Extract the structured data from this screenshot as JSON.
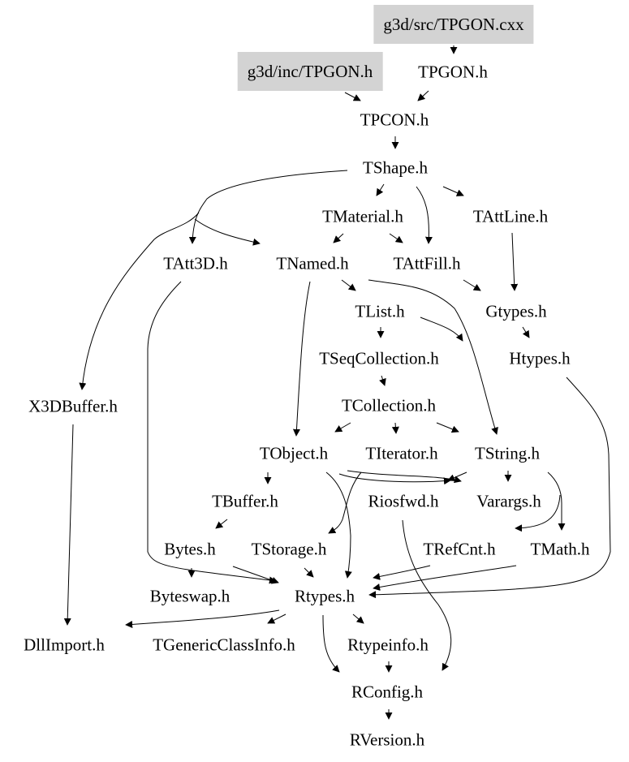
{
  "diagram": {
    "type": "include-dependency-graph",
    "highlight_color": "#d3d3d3",
    "nodes": [
      {
        "id": "tpgon_cxx",
        "label": "g3d/src/TPGON.cxx",
        "root": true
      },
      {
        "id": "tpgon_inc",
        "label": "g3d/inc/TPGON.h",
        "root": true
      },
      {
        "id": "tpgon_h",
        "label": "TPGON.h"
      },
      {
        "id": "tpcon",
        "label": "TPCON.h"
      },
      {
        "id": "tshape",
        "label": "TShape.h"
      },
      {
        "id": "tmaterial",
        "label": "TMaterial.h"
      },
      {
        "id": "tattline",
        "label": "TAttLine.h"
      },
      {
        "id": "tatt3d",
        "label": "TAtt3D.h"
      },
      {
        "id": "tnamed",
        "label": "TNamed.h"
      },
      {
        "id": "tattfill",
        "label": "TAttFill.h"
      },
      {
        "id": "tlist",
        "label": "TList.h"
      },
      {
        "id": "gtypes",
        "label": "Gtypes.h"
      },
      {
        "id": "x3dbuffer",
        "label": "X3DBuffer.h"
      },
      {
        "id": "tseqcollection",
        "label": "TSeqCollection.h"
      },
      {
        "id": "htypes",
        "label": "Htypes.h"
      },
      {
        "id": "tcollection",
        "label": "TCollection.h"
      },
      {
        "id": "tobject",
        "label": "TObject.h"
      },
      {
        "id": "titerator",
        "label": "TIterator.h"
      },
      {
        "id": "tstring",
        "label": "TString.h"
      },
      {
        "id": "tbuffer",
        "label": "TBuffer.h"
      },
      {
        "id": "riosfwd",
        "label": "Riosfwd.h"
      },
      {
        "id": "varargs",
        "label": "Varargs.h"
      },
      {
        "id": "bytes",
        "label": "Bytes.h"
      },
      {
        "id": "tstorage",
        "label": "TStorage.h"
      },
      {
        "id": "trefcnt",
        "label": "TRefCnt.h"
      },
      {
        "id": "tmath",
        "label": "TMath.h"
      },
      {
        "id": "byteswap",
        "label": "Byteswap.h"
      },
      {
        "id": "rtypes",
        "label": "Rtypes.h"
      },
      {
        "id": "dllimport",
        "label": "DllImport.h"
      },
      {
        "id": "tgenericclassinfo",
        "label": "TGenericClassInfo.h"
      },
      {
        "id": "rtypeinfo",
        "label": "Rtypeinfo.h"
      },
      {
        "id": "rconfig",
        "label": "RConfig.h"
      },
      {
        "id": "rversion",
        "label": "RVersion.h"
      }
    ],
    "edges": [
      [
        "tpgon_cxx",
        "tpgon_h"
      ],
      [
        "tpgon_inc",
        "tpcon"
      ],
      [
        "tpgon_h",
        "tpcon"
      ],
      [
        "tpcon",
        "tshape"
      ],
      [
        "tshape",
        "tmaterial"
      ],
      [
        "tshape",
        "tattfill"
      ],
      [
        "tshape",
        "tattline"
      ],
      [
        "tshape",
        "tatt3d"
      ],
      [
        "tshape",
        "tnamed"
      ],
      [
        "tshape",
        "x3dbuffer"
      ],
      [
        "tmaterial",
        "tnamed"
      ],
      [
        "tmaterial",
        "tattfill"
      ],
      [
        "tattline",
        "gtypes"
      ],
      [
        "tattfill",
        "gtypes"
      ],
      [
        "tatt3d",
        "rtypes"
      ],
      [
        "tnamed",
        "tlist"
      ],
      [
        "tnamed",
        "tobject"
      ],
      [
        "tnamed",
        "tstring"
      ],
      [
        "tlist",
        "tseqcollection"
      ],
      [
        "tlist",
        "tstring"
      ],
      [
        "gtypes",
        "htypes"
      ],
      [
        "htypes",
        "rtypes"
      ],
      [
        "x3dbuffer",
        "dllimport"
      ],
      [
        "tseqcollection",
        "tcollection"
      ],
      [
        "tcollection",
        "tobject"
      ],
      [
        "tcollection",
        "titerator"
      ],
      [
        "tcollection",
        "tstring"
      ],
      [
        "tobject",
        "tbuffer"
      ],
      [
        "tobject",
        "riosfwd"
      ],
      [
        "tobject",
        "tstorage"
      ],
      [
        "tobject",
        "rtypes"
      ],
      [
        "tobject",
        "varargs"
      ],
      [
        "tstring",
        "riosfwd"
      ],
      [
        "tstring",
        "varargs"
      ],
      [
        "tstring",
        "tmath"
      ],
      [
        "tstring",
        "trefcnt"
      ],
      [
        "tbuffer",
        "bytes"
      ],
      [
        "bytes",
        "byteswap"
      ],
      [
        "bytes",
        "rtypes"
      ],
      [
        "tstorage",
        "rtypes"
      ],
      [
        "riosfwd",
        "rconfig"
      ],
      [
        "trefcnt",
        "rtypes"
      ],
      [
        "tmath",
        "rtypes"
      ],
      [
        "rtypes",
        "dllimport"
      ],
      [
        "rtypes",
        "tgenericclassinfo"
      ],
      [
        "rtypes",
        "rtypeinfo"
      ],
      [
        "rtypes",
        "rconfig"
      ],
      [
        "rtypeinfo",
        "rconfig"
      ],
      [
        "rconfig",
        "rversion"
      ]
    ]
  }
}
